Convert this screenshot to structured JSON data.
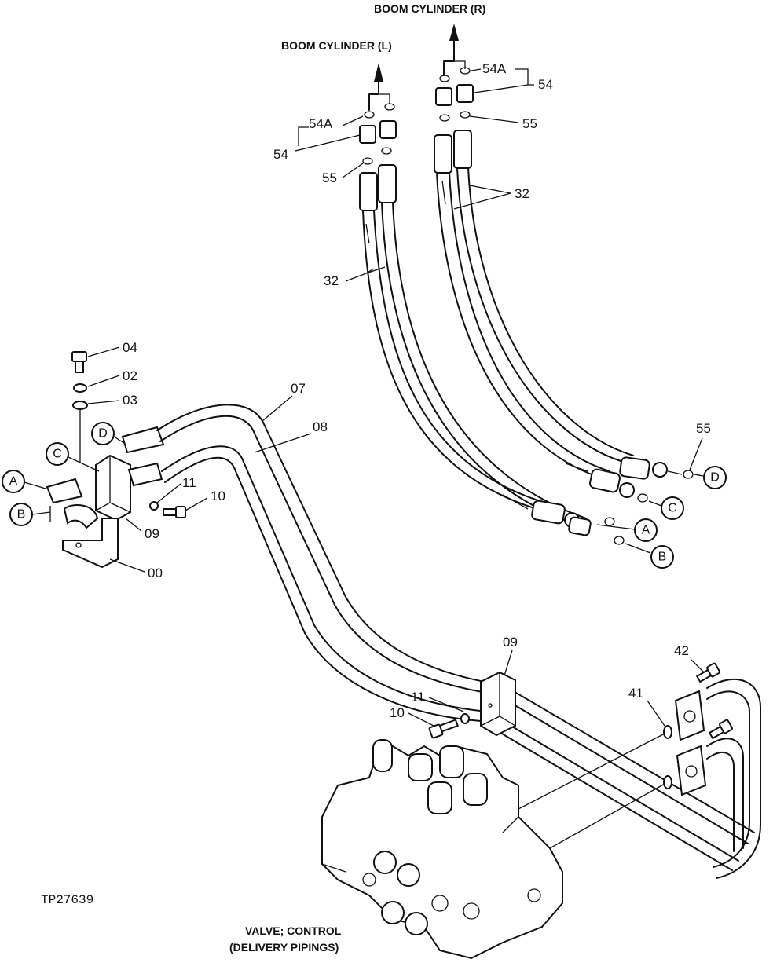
{
  "titles": {
    "boom_right": "BOOM CYLINDER (R)",
    "boom_left": "BOOM CYLINDER (L)",
    "valve_line1": "VALVE; CONTROL",
    "valve_line2": "(DELIVERY PIPINGS)"
  },
  "figure_code": "TP27639",
  "callouts": {
    "c54a_r": "54A",
    "c54_r": "54",
    "c55_r": "55",
    "c32_r": "32",
    "c54a_l": "54A",
    "c54_l": "54",
    "c55_l": "55",
    "c32_l": "32",
    "c04": "04",
    "c02": "02",
    "c03": "03",
    "c07": "07",
    "c08": "08",
    "c11a": "11",
    "c10a": "10",
    "c09a": "09",
    "c00": "00",
    "c55_end": "55",
    "c09b": "09",
    "c11b": "11",
    "c10b": "10",
    "c42": "42",
    "c41": "41"
  },
  "port_letters": {
    "left_D": "D",
    "left_C": "C",
    "left_A": "A",
    "left_B": "B",
    "right_D": "D",
    "right_C": "C",
    "right_A": "A",
    "right_B": "B"
  }
}
